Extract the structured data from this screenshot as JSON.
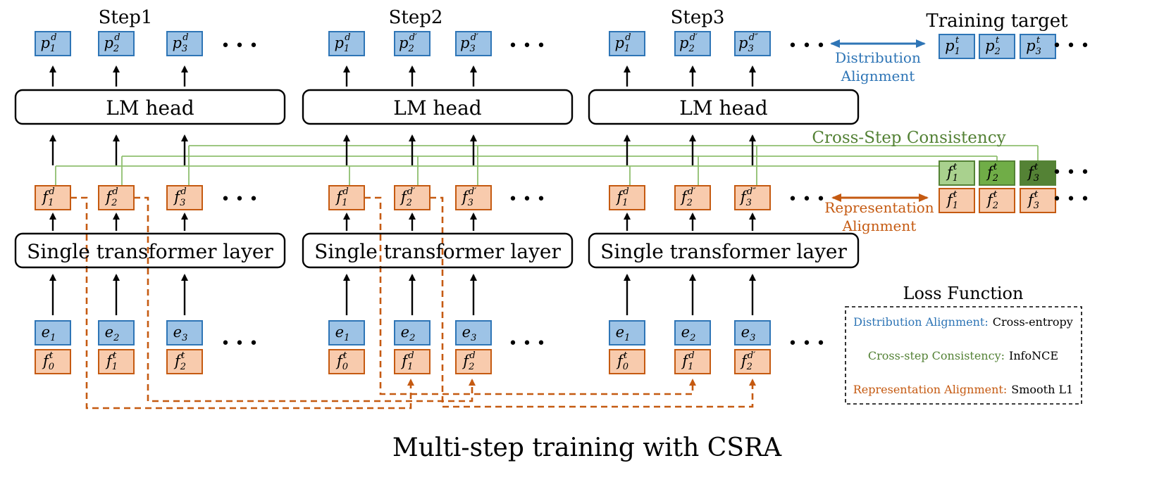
{
  "steps": [
    {
      "title": "Step1",
      "lm_head": "LM head",
      "layer": "Single transformer layer",
      "outputs": [
        {
          "base": "p",
          "sub": "1",
          "sup": "d"
        },
        {
          "base": "p",
          "sub": "2",
          "sup": "d"
        },
        {
          "base": "p",
          "sub": "3",
          "sup": "d"
        }
      ],
      "hidden": [
        {
          "base": "f",
          "sub": "1",
          "sup": "d"
        },
        {
          "base": "f",
          "sub": "2",
          "sup": "d"
        },
        {
          "base": "f",
          "sub": "3",
          "sup": "d"
        }
      ],
      "embeds": [
        {
          "base": "e",
          "sub": "1",
          "sup": ""
        },
        {
          "base": "e",
          "sub": "2",
          "sup": ""
        },
        {
          "base": "e",
          "sub": "3",
          "sup": ""
        }
      ],
      "features": [
        {
          "base": "f",
          "sub": "0",
          "sup": "t"
        },
        {
          "base": "f",
          "sub": "1",
          "sup": "t"
        },
        {
          "base": "f",
          "sub": "2",
          "sup": "t"
        }
      ]
    },
    {
      "title": "Step2",
      "lm_head": "LM head",
      "layer": "Single transformer layer",
      "outputs": [
        {
          "base": "p",
          "sub": "1",
          "sup": "d"
        },
        {
          "base": "p",
          "sub": "2",
          "sup": "d′"
        },
        {
          "base": "p",
          "sub": "3",
          "sup": "d′"
        }
      ],
      "hidden": [
        {
          "base": "f",
          "sub": "1",
          "sup": "d"
        },
        {
          "base": "f",
          "sub": "2",
          "sup": "d′"
        },
        {
          "base": "f",
          "sub": "3",
          "sup": "d′"
        }
      ],
      "embeds": [
        {
          "base": "e",
          "sub": "1",
          "sup": ""
        },
        {
          "base": "e",
          "sub": "2",
          "sup": ""
        },
        {
          "base": "e",
          "sub": "3",
          "sup": ""
        }
      ],
      "features": [
        {
          "base": "f",
          "sub": "0",
          "sup": "t"
        },
        {
          "base": "f",
          "sub": "1",
          "sup": "d"
        },
        {
          "base": "f",
          "sub": "2",
          "sup": "d"
        }
      ]
    },
    {
      "title": "Step3",
      "lm_head": "LM head",
      "layer": "Single transformer layer",
      "outputs": [
        {
          "base": "p",
          "sub": "1",
          "sup": "d"
        },
        {
          "base": "p",
          "sub": "2",
          "sup": "d′"
        },
        {
          "base": "p",
          "sub": "3",
          "sup": "d″"
        }
      ],
      "hidden": [
        {
          "base": "f",
          "sub": "1",
          "sup": "d"
        },
        {
          "base": "f",
          "sub": "2",
          "sup": "d′"
        },
        {
          "base": "f",
          "sub": "3",
          "sup": "d″"
        }
      ],
      "embeds": [
        {
          "base": "e",
          "sub": "1",
          "sup": ""
        },
        {
          "base": "e",
          "sub": "2",
          "sup": ""
        },
        {
          "base": "e",
          "sub": "3",
          "sup": ""
        }
      ],
      "features": [
        {
          "base": "f",
          "sub": "0",
          "sup": "t"
        },
        {
          "base": "f",
          "sub": "1",
          "sup": "d"
        },
        {
          "base": "f",
          "sub": "2",
          "sup": "d′"
        }
      ]
    }
  ],
  "ellipsis": "• • •",
  "training_target": {
    "title": "Training target",
    "probs": [
      {
        "base": "p",
        "sub": "1",
        "sup": "t"
      },
      {
        "base": "p",
        "sub": "2",
        "sup": "t"
      },
      {
        "base": "p",
        "sub": "3",
        "sup": "t"
      }
    ],
    "green_feats": [
      {
        "base": "f",
        "sub": "1",
        "sup": "t"
      },
      {
        "base": "f",
        "sub": "2",
        "sup": "t"
      },
      {
        "base": "f",
        "sub": "3",
        "sup": "t"
      }
    ],
    "orange_feats": [
      {
        "base": "f",
        "sub": "1",
        "sup": "t"
      },
      {
        "base": "f",
        "sub": "2",
        "sup": "t"
      },
      {
        "base": "f",
        "sub": "3",
        "sup": "t"
      }
    ]
  },
  "labels": {
    "distribution_alignment": [
      "Distribution",
      "Alignment"
    ],
    "representation_alignment": [
      "Representation",
      "Alignment"
    ],
    "cross_step_consistency": "Cross-Step Consistency"
  },
  "loss_function": {
    "title": "Loss Function",
    "items": [
      {
        "name": "Distribution Alignment:",
        "value": "Cross-entropy"
      },
      {
        "name": "Cross-step Consistency:",
        "value": "InfoNCE"
      },
      {
        "name": "Representation Alignment:",
        "value": "Smooth L1"
      }
    ]
  },
  "caption": "Multi-step training with CSRA",
  "colors": {
    "blue_fill": "#9dc3e6",
    "blue_stroke": "#2e75b6",
    "orange_fill": "#f8cbad",
    "orange_stroke": "#c55a11",
    "green_line": "#8fbf6f",
    "green_dark": "#548235",
    "green_mid": "#70ad47",
    "green_light": "#a9d18e",
    "blue_text": "#2e75b6",
    "orange_text": "#c55a11",
    "green_text": "#538135"
  }
}
